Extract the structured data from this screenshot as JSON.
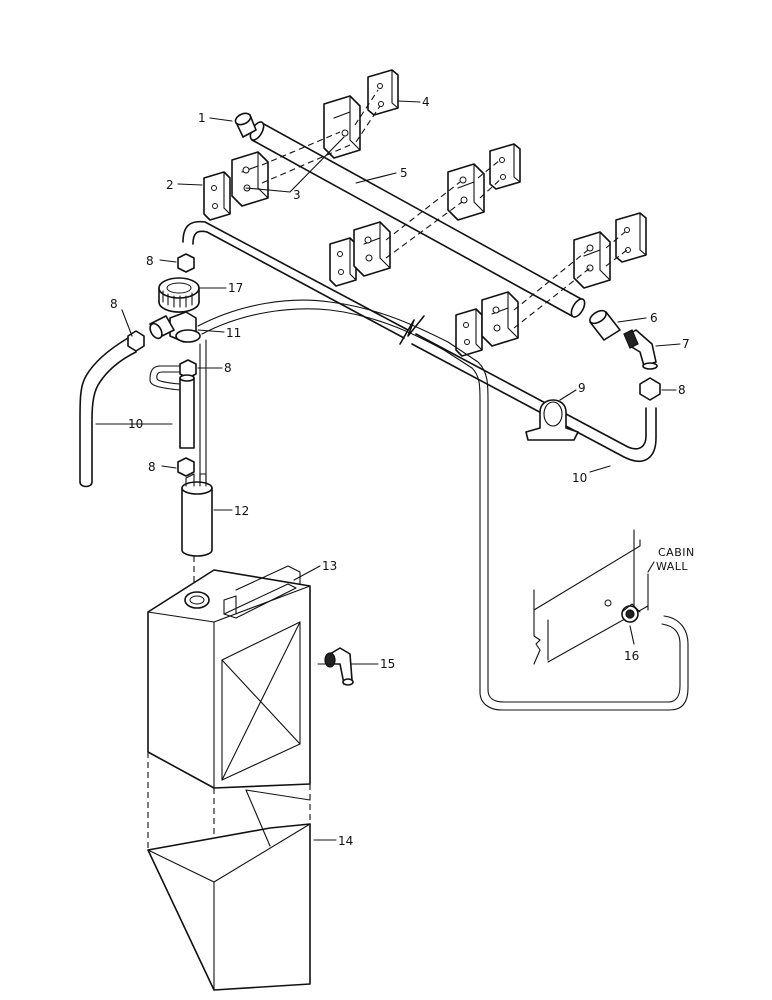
{
  "labels": {
    "p1": "1",
    "p2": "2",
    "p3": "3",
    "p4": "4",
    "p5": "5",
    "p6": "6",
    "p7": "7",
    "p8a": "8",
    "p8b": "8",
    "p8c": "8",
    "p8d": "8",
    "p8e": "8",
    "p9": "9",
    "p10a": "10",
    "p10b": "10",
    "p11": "11",
    "p12": "12",
    "p13": "13",
    "p14": "14",
    "p15": "15",
    "p16": "16",
    "p17": "17",
    "cabin_line1": "CABIN",
    "cabin_line2": "WALL"
  }
}
